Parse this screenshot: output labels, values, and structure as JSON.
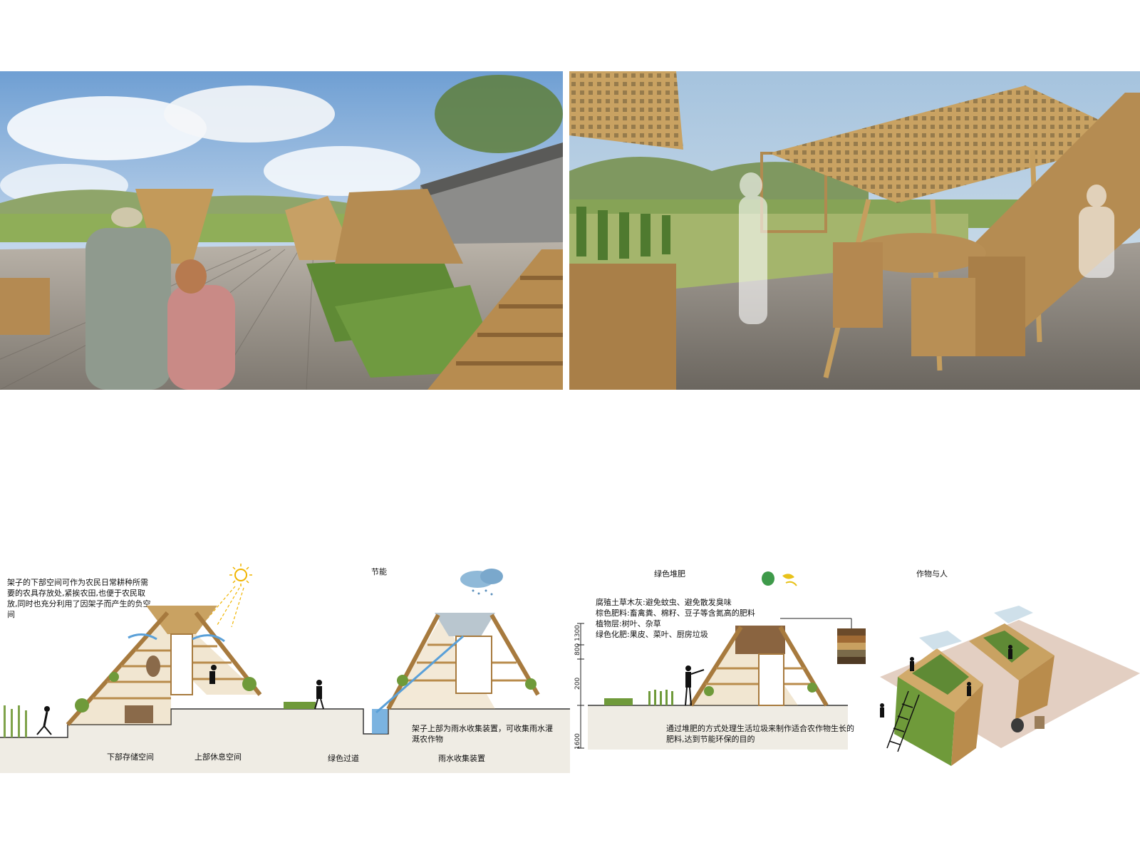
{
  "sections": {
    "energy": "节能",
    "compost": "绿色堆肥",
    "crops_people": "作物与人"
  },
  "storage_note": "架子的下部空间可作为农民日常耕种所需要的农具存放处,紧挨农田,也便于农民取放,同时也充分利用了因架子而产生的负空间",
  "rain_note": "架子上部为雨水收集装置，可收集雨水灌溉农作物",
  "compost_lines": [
    "腐殖土草木灰:避免蚊虫、避免散发臭味",
    "棕色肥料:畜禽粪、棉籽、豆子等含氮高的肥料",
    "植物层:树叶、杂草",
    "绿色化肥:果皮、菜叶、厨房垃圾"
  ],
  "compost_note": "通过堆肥的方式处理生活垃圾来制作适合农作物生长的肥料,达到节能环保的目的",
  "captions": {
    "lower_storage": "下部存储空间",
    "upper_rest": "上部休息空间",
    "green_path": "绿色过道",
    "rain_device": "雨水收集装置"
  },
  "dimensions": [
    "1300",
    "800",
    "200",
    "1600"
  ],
  "colors": {
    "wood": "#c9a262",
    "wood_dark": "#9a7440",
    "deck": "#9b9690",
    "sky": "#9fc3e6",
    "grass": "#7fa34a",
    "ground": "#efece4"
  }
}
